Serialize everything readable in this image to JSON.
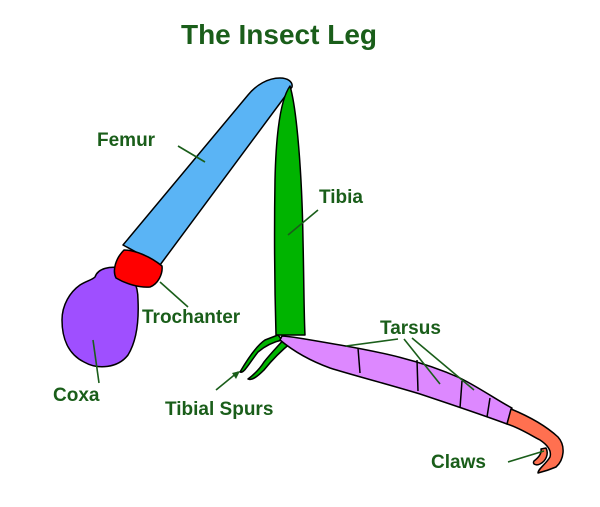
{
  "title": "The Insect Leg",
  "labels": {
    "femur": "Femur",
    "tibia": "Tibia",
    "trochanter": "Trochanter",
    "tarsus": "Tarsus",
    "coxa": "Coxa",
    "tibial_spurs": "Tibial Spurs",
    "claws": "Claws"
  },
  "colors": {
    "text": "#1a5e1a",
    "coxa": "#9f4fff",
    "trochanter": "#ff0000",
    "femur": "#5ab4f5",
    "tibia": "#00b400",
    "tarsus": "#dd88ff",
    "claws": "#ff7050"
  }
}
